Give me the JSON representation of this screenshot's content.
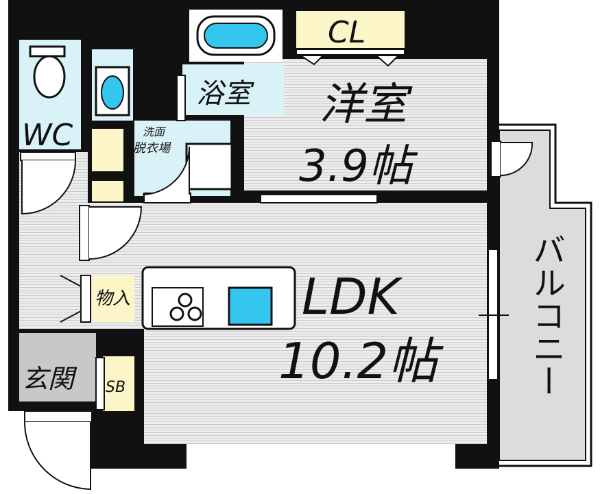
{
  "rooms": {
    "ldk_name": "LDK",
    "ldk_size": "10.2帖",
    "western_name": "洋室",
    "western_size": "3.9帖",
    "bath": "浴室",
    "wc": "WC",
    "washroom_line1": "洗面",
    "washroom_line2": "脱衣場",
    "closet": "CL",
    "storage": "物入",
    "entrance": "玄関",
    "shoe_box": "SB",
    "balcony": "バルコニー"
  },
  "colors": {
    "wall": "#111111",
    "floor": "#e6e6e6",
    "wet_area": "#d8f2f8",
    "storage": "#fbf5c8",
    "fixture_water": "#34c6ee",
    "balcony": "#dcdcdc",
    "entrance": "#c8c8c8"
  }
}
